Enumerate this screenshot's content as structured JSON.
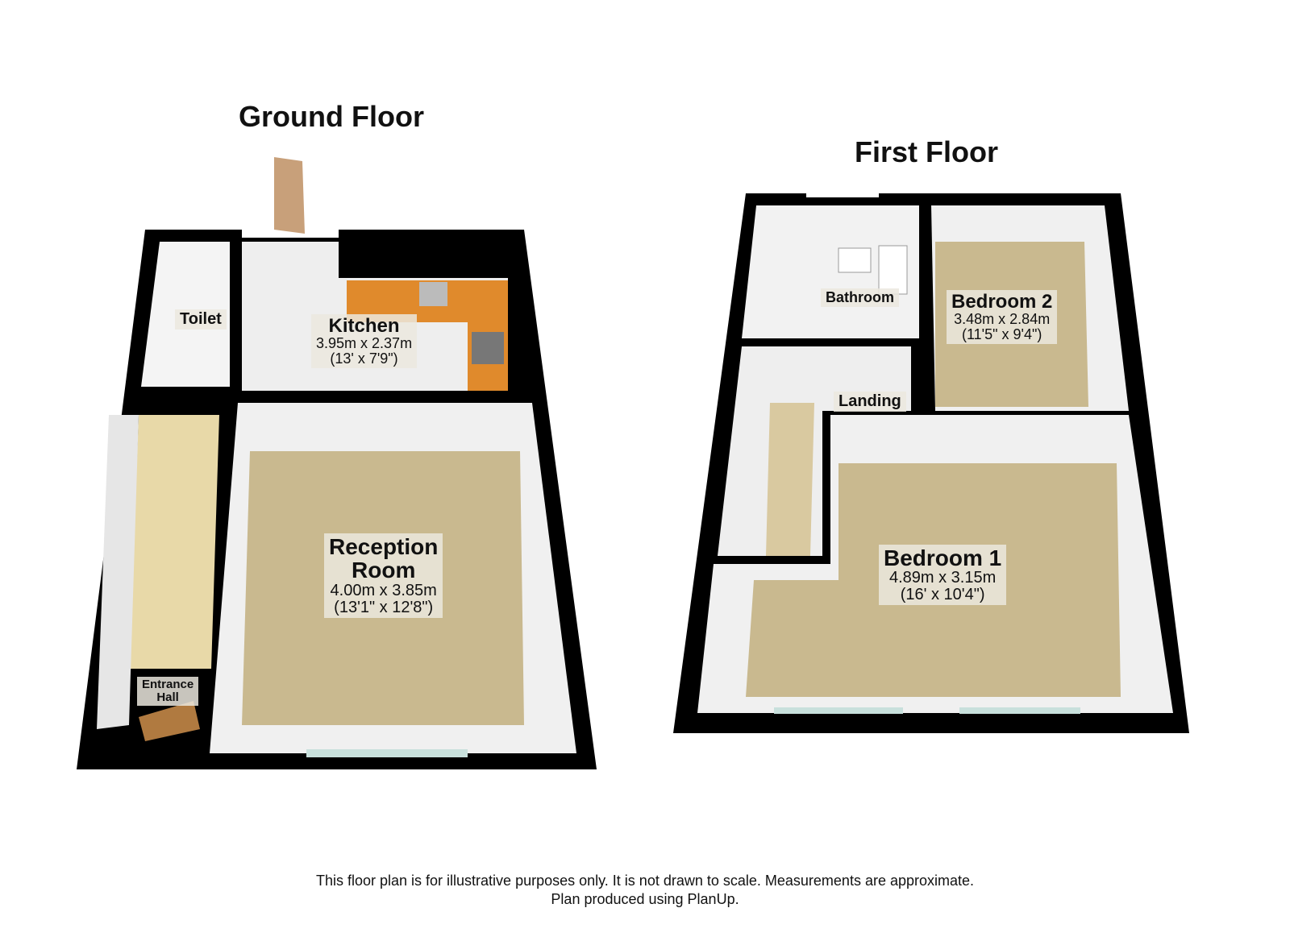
{
  "titles": {
    "ground": "Ground Floor",
    "first": "First Floor"
  },
  "rooms": {
    "kitchen": {
      "name": "Kitchen",
      "metric": "3.95m x 2.37m",
      "imperial": "(13' x 7'9\")"
    },
    "reception": {
      "name1": "Reception",
      "name2": "Room",
      "metric": "4.00m x 3.85m",
      "imperial": "(13'1\" x 12'8\")"
    },
    "toilet": {
      "name": "Toilet"
    },
    "entrance": {
      "name1": "Entrance",
      "name2": "Hall"
    },
    "bathroom": {
      "name": "Bathroom"
    },
    "bedroom2": {
      "name": "Bedroom 2",
      "metric": "3.48m x 2.84m",
      "imperial": "(11'5\" x 9'4\")"
    },
    "landing": {
      "name": "Landing"
    },
    "bedroom1": {
      "name": "Bedroom 1",
      "metric": "4.89m x 3.15m",
      "imperial": "(16' x 10'4\")"
    }
  },
  "footer": {
    "line1": "This floor plan is for illustrative purposes only. It is not drawn to scale. Measurements are approximate.",
    "line2": "Plan produced using PlanUp."
  },
  "colors": {
    "wall": "#000000",
    "carpet": "#c9b98f",
    "tile": "#e8e8e8",
    "worktop": "#e08a2c",
    "door": "#c8a07a",
    "window": "#c8e0dc"
  }
}
